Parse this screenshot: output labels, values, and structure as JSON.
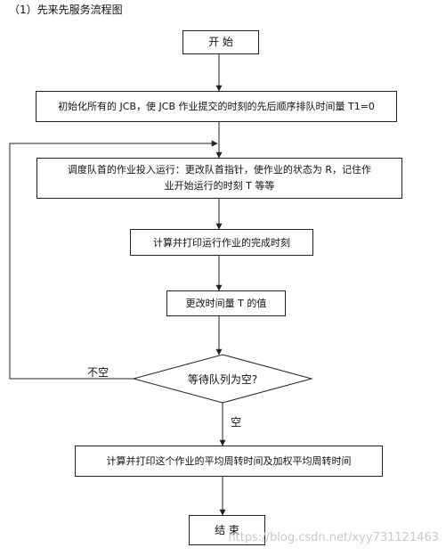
{
  "heading": "（1）先来先服务流程图",
  "nodes": {
    "start": "开  始",
    "init": "初始化所有的 JCB，使 JCB 作业提交的时刻的先后顺序排队时间量 T1=0",
    "dispatch_line1": "调度队首的作业投入运行：更改队首指针，使作业的状态为 R，记住作",
    "dispatch_line2": "业开始运行的时刻 T 等等",
    "print_finish": "计算并打印运行作业的完成时刻",
    "update_time": "更改时间量 T 的值",
    "decision": "等待队列为空?",
    "compute_avg": "计算并打印这个作业的平均周转时间及加权平均周转时间",
    "end": "结  束"
  },
  "edge_labels": {
    "not_empty": "不空",
    "empty": "空"
  },
  "watermark": "https://blog.csdn.net/xyy731121463"
}
